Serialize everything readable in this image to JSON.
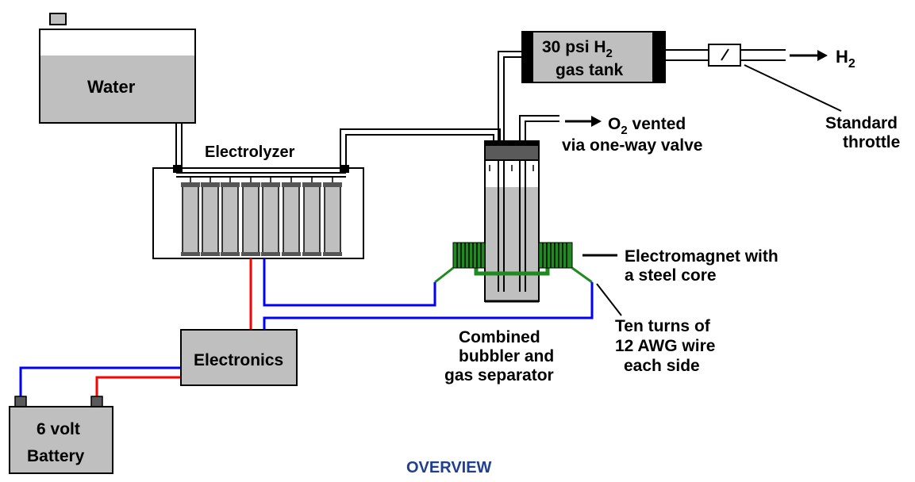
{
  "labels": {
    "water": "Water",
    "electrolyzer": "Electrolyzer",
    "tank_line1": "30 psi H",
    "tank_line1_sub": "2",
    "tank_line2": "gas tank",
    "h2_out": "H",
    "h2_out_sub": "2",
    "o2_line1_pre": "O",
    "o2_line1_sub": "2",
    "o2_line1_post": " vented",
    "o2_line2": "via one-way valve",
    "throttle_line1": "Standard",
    "throttle_line2": "throttle",
    "magnet_line1": "Electromagnet with",
    "magnet_line2": "a steel core",
    "bubbler_line1": "Combined",
    "bubbler_line2": "bubbler and",
    "bubbler_line3": "gas separator",
    "wire_line1": "Ten turns of",
    "wire_line2": "12 AWG wire",
    "wire_line3": "each side",
    "electronics": "Electronics",
    "battery_line1": "6 volt",
    "battery_line2": "Battery",
    "caption": "OVERVIEW"
  },
  "colors": {
    "fill_gray": "#bfbfbf",
    "dark_gray": "#5a5a5a",
    "wire_red": "#ff0000",
    "wire_blue": "#0000ff",
    "coil_green": "#1f8a1f",
    "caption_blue": "#1f3f8f"
  }
}
